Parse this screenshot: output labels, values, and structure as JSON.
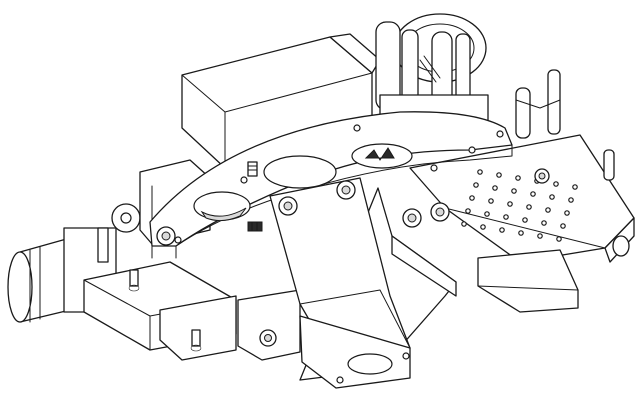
{
  "figure": {
    "type": "mechanical-assembly-line-drawing",
    "stroke_color": "#1a1a1a",
    "background_color": "#ffffff",
    "components": [
      "motor-housing-top",
      "vertical-roller-assembly",
      "curved-mounting-plate",
      "perforated-base-plate",
      "cylindrical-motor-left",
      "tilted-chute-bracket",
      "socket-screws",
      "set-screws"
    ]
  }
}
